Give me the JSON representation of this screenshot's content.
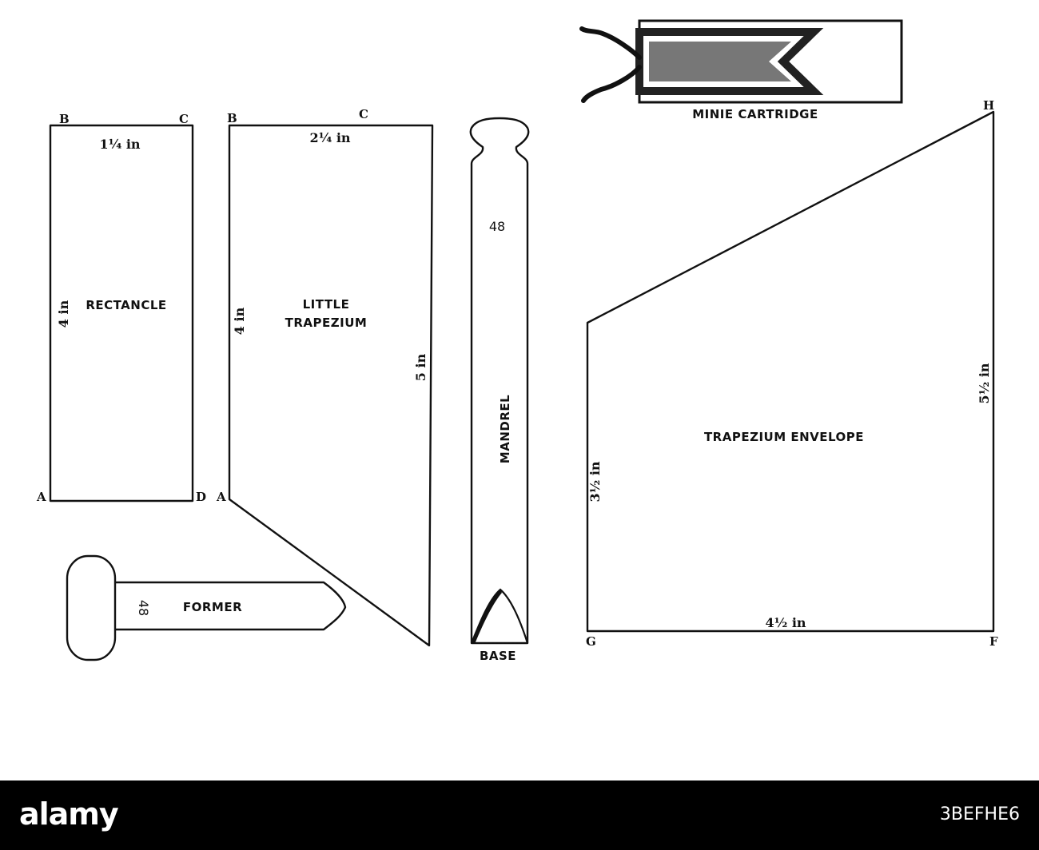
{
  "rectangle": {
    "name": "RECTANCLE",
    "width_dim": "1¼ in",
    "height_dim": "4 in",
    "points": {
      "a": "A",
      "b": "B",
      "c": "C",
      "d": "D"
    }
  },
  "little_trapezium": {
    "name_line1": "LITTLE",
    "name_line2": "TRAPEZIUM",
    "top_dim": "2¼ in",
    "left_dim": "4 in",
    "right_dim": "5 in",
    "points": {
      "a": "A",
      "b": "B",
      "c": "C"
    }
  },
  "mandrel": {
    "name": "MANDREL",
    "number": "48",
    "base": "BASE"
  },
  "former": {
    "name": "FORMER",
    "number": "48"
  },
  "cartridge": {
    "name": "MINIE CARTRIDGE"
  },
  "trapezium_envelope": {
    "name": "TRAPEZIUM ENVELOPE",
    "left_dim": "3½ in",
    "right_dim": "5½ in",
    "bottom_dim": "4½ in",
    "points": {
      "g": "G",
      "f": "F",
      "h": "H"
    }
  },
  "footer": {
    "logo": "alamy",
    "image_code": "3BEFHE6"
  }
}
